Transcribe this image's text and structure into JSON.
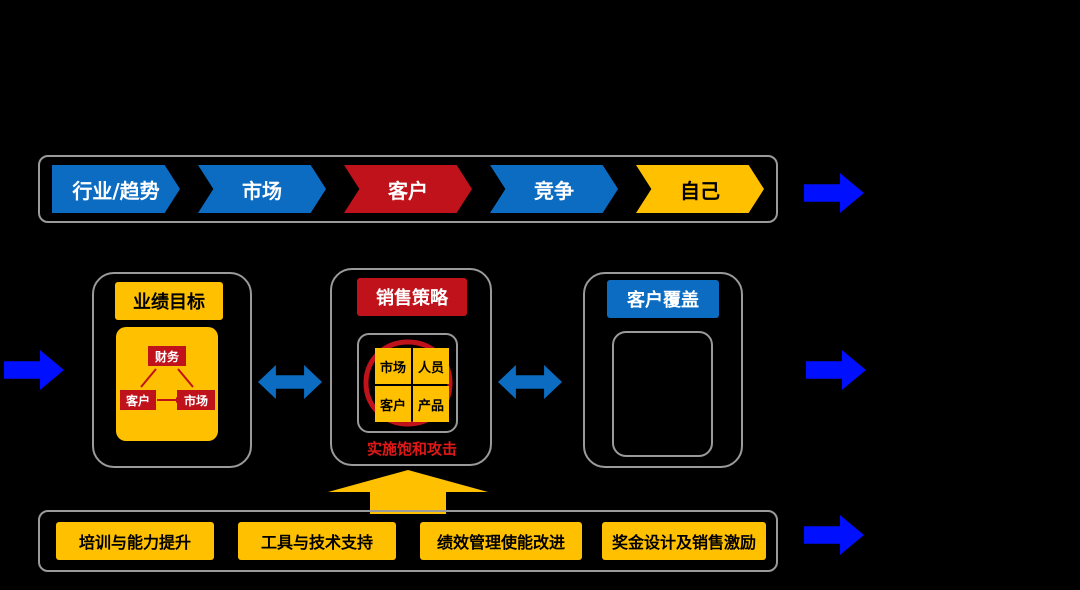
{
  "top_flow": {
    "steps": [
      {
        "label": "行业/趋势",
        "color": "#0b6cc2"
      },
      {
        "label": "市场",
        "color": "#0b6cc2"
      },
      {
        "label": "客户",
        "color": "#c0121a"
      },
      {
        "label": "竞争",
        "color": "#0b6cc2"
      },
      {
        "label": "自己",
        "color": "#ffc000"
      }
    ]
  },
  "performance": {
    "title": "业绩目标",
    "nodes": {
      "finance": "财务",
      "customer": "客户",
      "market": "市场"
    }
  },
  "strategy": {
    "title": "销售策略",
    "grid": [
      "市场",
      "人员",
      "客户",
      "产品"
    ],
    "caption": "实施饱和攻击"
  },
  "coverage": {
    "title": "客户覆盖"
  },
  "bottom_support": {
    "items": [
      "培训与能力提升",
      "工具与技术支持",
      "绩效管理使能改进",
      "奖金设计及销售激励"
    ]
  },
  "colors": {
    "background": "#000000",
    "blue": "#0b6cc2",
    "red": "#c0121a",
    "yellow": "#ffc000",
    "arrow_blue": "#0010ff"
  }
}
